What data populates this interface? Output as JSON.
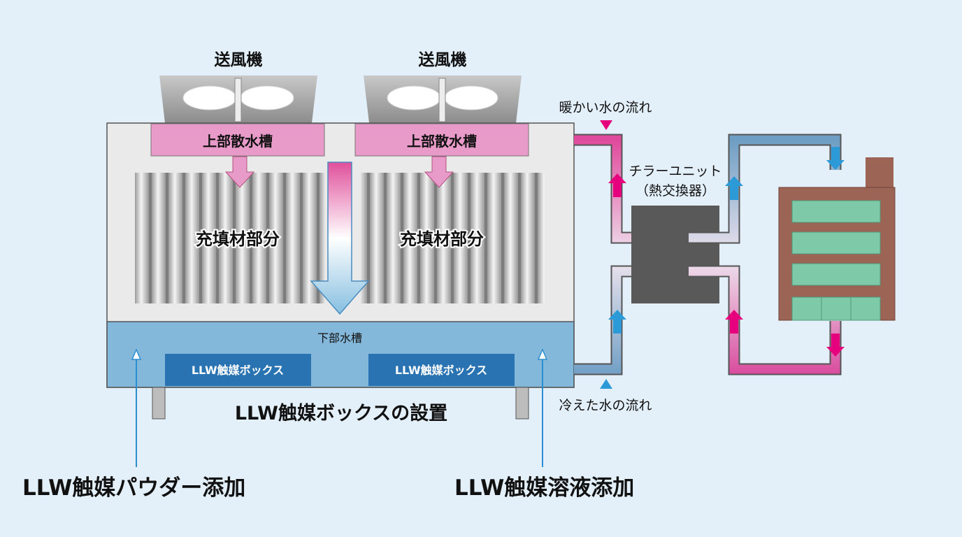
{
  "labels": {
    "fan_left": "送風機",
    "fan_right": "送風機",
    "upper_tank_left": "上部散水槽",
    "upper_tank_right": "上部散水槽",
    "fill_left": "充填材部分",
    "fill_right": "充填材部分",
    "lower_tank": "下部水槽",
    "box_left": "LLW触媒ボックス",
    "box_right": "LLW触媒ボックス",
    "box_install": "LLW触媒ボックスの設置",
    "powder_add": "LLW触媒パウダー添加",
    "solution_add": "LLW触媒溶液添加",
    "warm_flow": "暖かい水の流れ",
    "cool_flow": "冷えた水の流れ",
    "chiller_line1": "チラーユニット",
    "chiller_line2": "（熱交換器）"
  },
  "colors": {
    "background": "#e4f0f9",
    "warm_pink": "#e6007e",
    "cool_blue": "#2b9ad6",
    "tank_pink": "#e89ac8",
    "lower_tank_blue": "#84b8da",
    "box_blue": "#2a73b2",
    "building_brown": "#9c6455",
    "window_green": "#7ecaa8",
    "exchanger_dark": "#595959"
  },
  "icons": [
    "fan-icon",
    "flow-arrow-icon",
    "building-icon"
  ]
}
